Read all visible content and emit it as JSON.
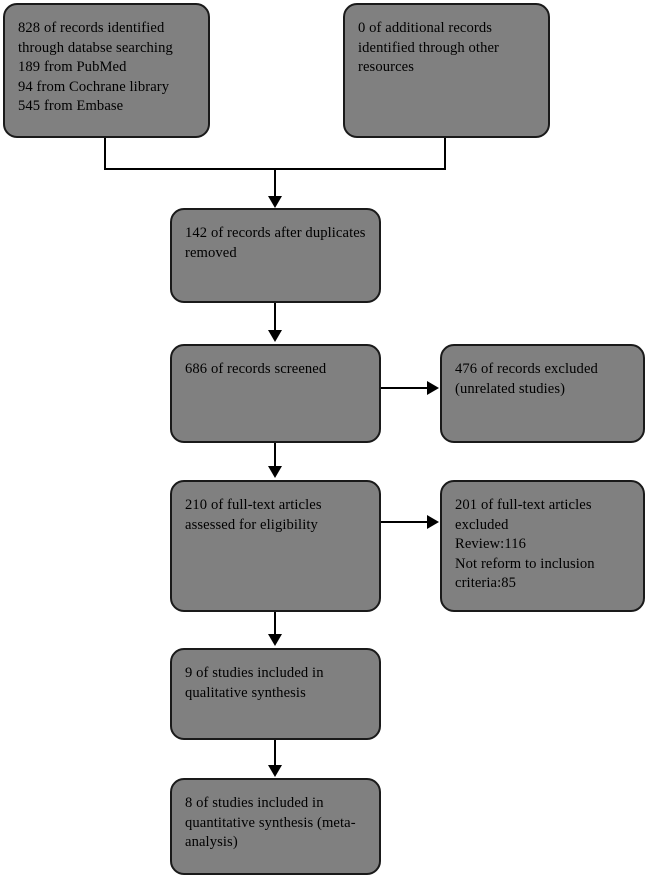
{
  "diagram": {
    "type": "prisma-flow-diagram",
    "colors": {
      "box_fill": "#808080",
      "box_border": "#1a1a1a",
      "text": "#000000",
      "connector": "#000000",
      "background": "#ffffff"
    },
    "nodes": {
      "identified_db": {
        "text": "828 of records identified through databse searching\n189 from PubMed\n94 from Cochrane library\n545 from Embase",
        "count": 828,
        "breakdown": [
          {
            "source": "PubMed",
            "count": 189
          },
          {
            "source": "Cochrane library",
            "count": 94
          },
          {
            "source": "Embase",
            "count": 545
          }
        ]
      },
      "identified_other": {
        "text": "0 of additional records identified through other resources",
        "count": 0
      },
      "duplicates_removed": {
        "text": "142 of records after duplicates removed",
        "count": 142
      },
      "records_screened": {
        "text": "686 of records screened",
        "count": 686
      },
      "records_excluded": {
        "text": "476 of records excluded (unrelated studies)",
        "count": 476,
        "reason": "unrelated studies"
      },
      "fulltext_assessed": {
        "text": "210 of full-text articles assessed for eligibility",
        "count": 210
      },
      "fulltext_excluded": {
        "text": "201 of full-text articles excluded\nReview:116\nNot reform to inclusion criteria:85",
        "count": 201,
        "reasons": [
          {
            "label": "Review",
            "count": 116
          },
          {
            "label": "Not reform to inclusion criteria",
            "count": 85
          }
        ]
      },
      "qualitative": {
        "text": "9 of studies included in qualitative synthesis",
        "count": 9
      },
      "quantitative": {
        "text": "8 of studies included in quantitative synthesis (meta-analysis)",
        "count": 8
      }
    }
  }
}
